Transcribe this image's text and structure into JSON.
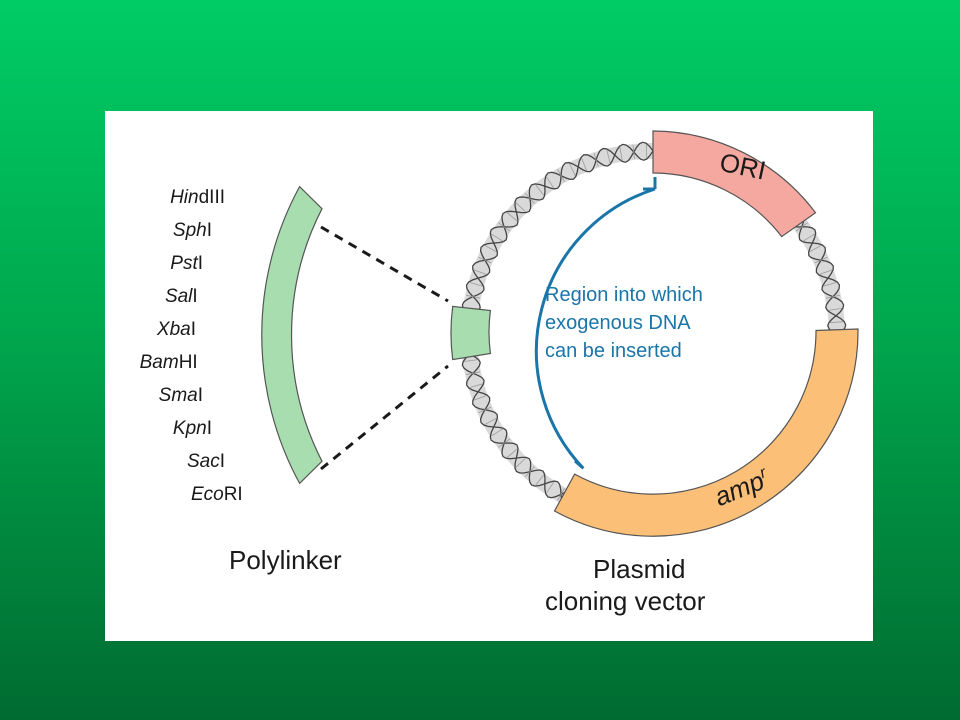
{
  "polylinker": {
    "enzymes": [
      {
        "italic": "Hin",
        "rest": "dIII"
      },
      {
        "italic": "Sph",
        "rest": "I"
      },
      {
        "italic": "Pst",
        "rest": "I"
      },
      {
        "italic": "Sal",
        "rest": "I"
      },
      {
        "italic": "Xba",
        "rest": "I"
      },
      {
        "italic": "Bam",
        "rest": "HI"
      },
      {
        "italic": "Sma",
        "rest": "I"
      },
      {
        "italic": "Kpn",
        "rest": "I"
      },
      {
        "italic": "Sac",
        "rest": "I"
      },
      {
        "italic": "Eco",
        "rest": "RI"
      }
    ],
    "caption": "Polylinker"
  },
  "plasmid": {
    "ori_label": "ORI",
    "amp_label": "amp",
    "amp_superscript": "r",
    "region_lines": [
      "Region into which",
      "exogenous DNA",
      "can  be inserted"
    ],
    "caption_lines": [
      "Plasmid",
      "cloning vector"
    ]
  },
  "colors": {
    "background_top": "#00cc66",
    "background_bottom": "#006b30",
    "polylinker_fill": "#a8ddb0",
    "ori_fill": "#f5a8a0",
    "amp_fill": "#fbbf78",
    "region_arc": "#1a75a8"
  }
}
